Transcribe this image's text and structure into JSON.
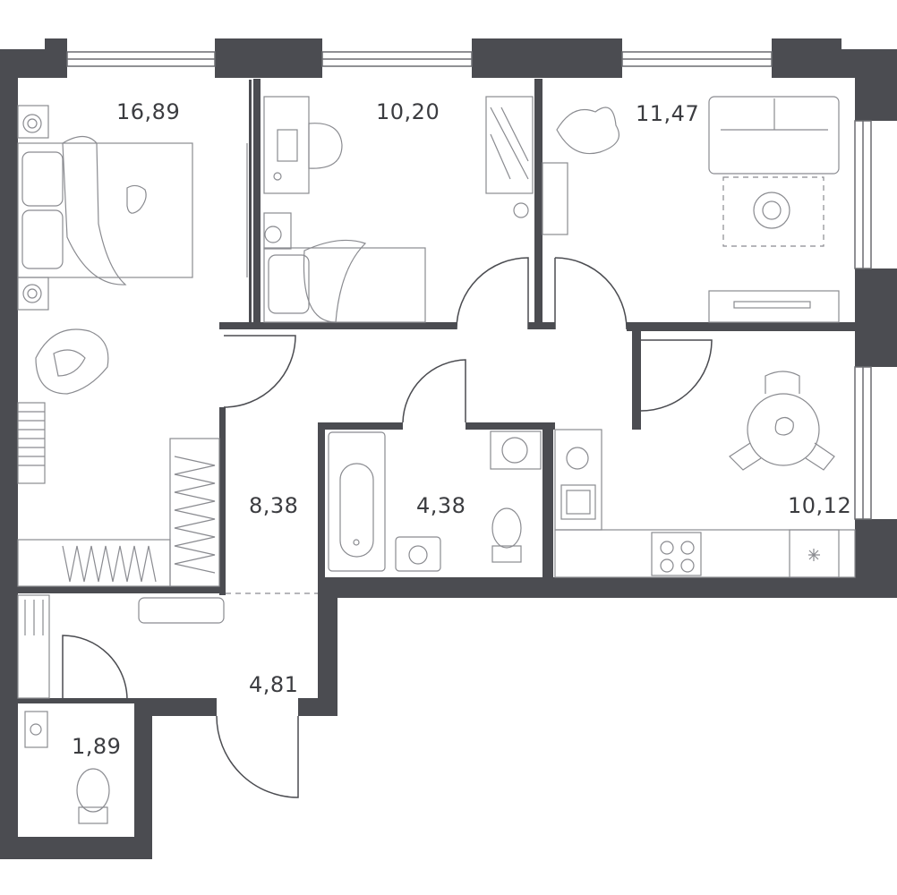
{
  "plan": {
    "rooms": [
      {
        "id": "bedroom-large",
        "area": "16,89"
      },
      {
        "id": "bedroom-small",
        "area": "10,20"
      },
      {
        "id": "living-room",
        "area": "11,47"
      },
      {
        "id": "hallway",
        "area": "8,38"
      },
      {
        "id": "bathroom",
        "area": "4,38"
      },
      {
        "id": "kitchen",
        "area": "10,12"
      },
      {
        "id": "entrance",
        "area": "4,81"
      },
      {
        "id": "toilet",
        "area": "1,89"
      }
    ],
    "colors": {
      "wall": "#4b4c51",
      "furniture": "#8a8b90",
      "background": "#ffffff"
    }
  }
}
